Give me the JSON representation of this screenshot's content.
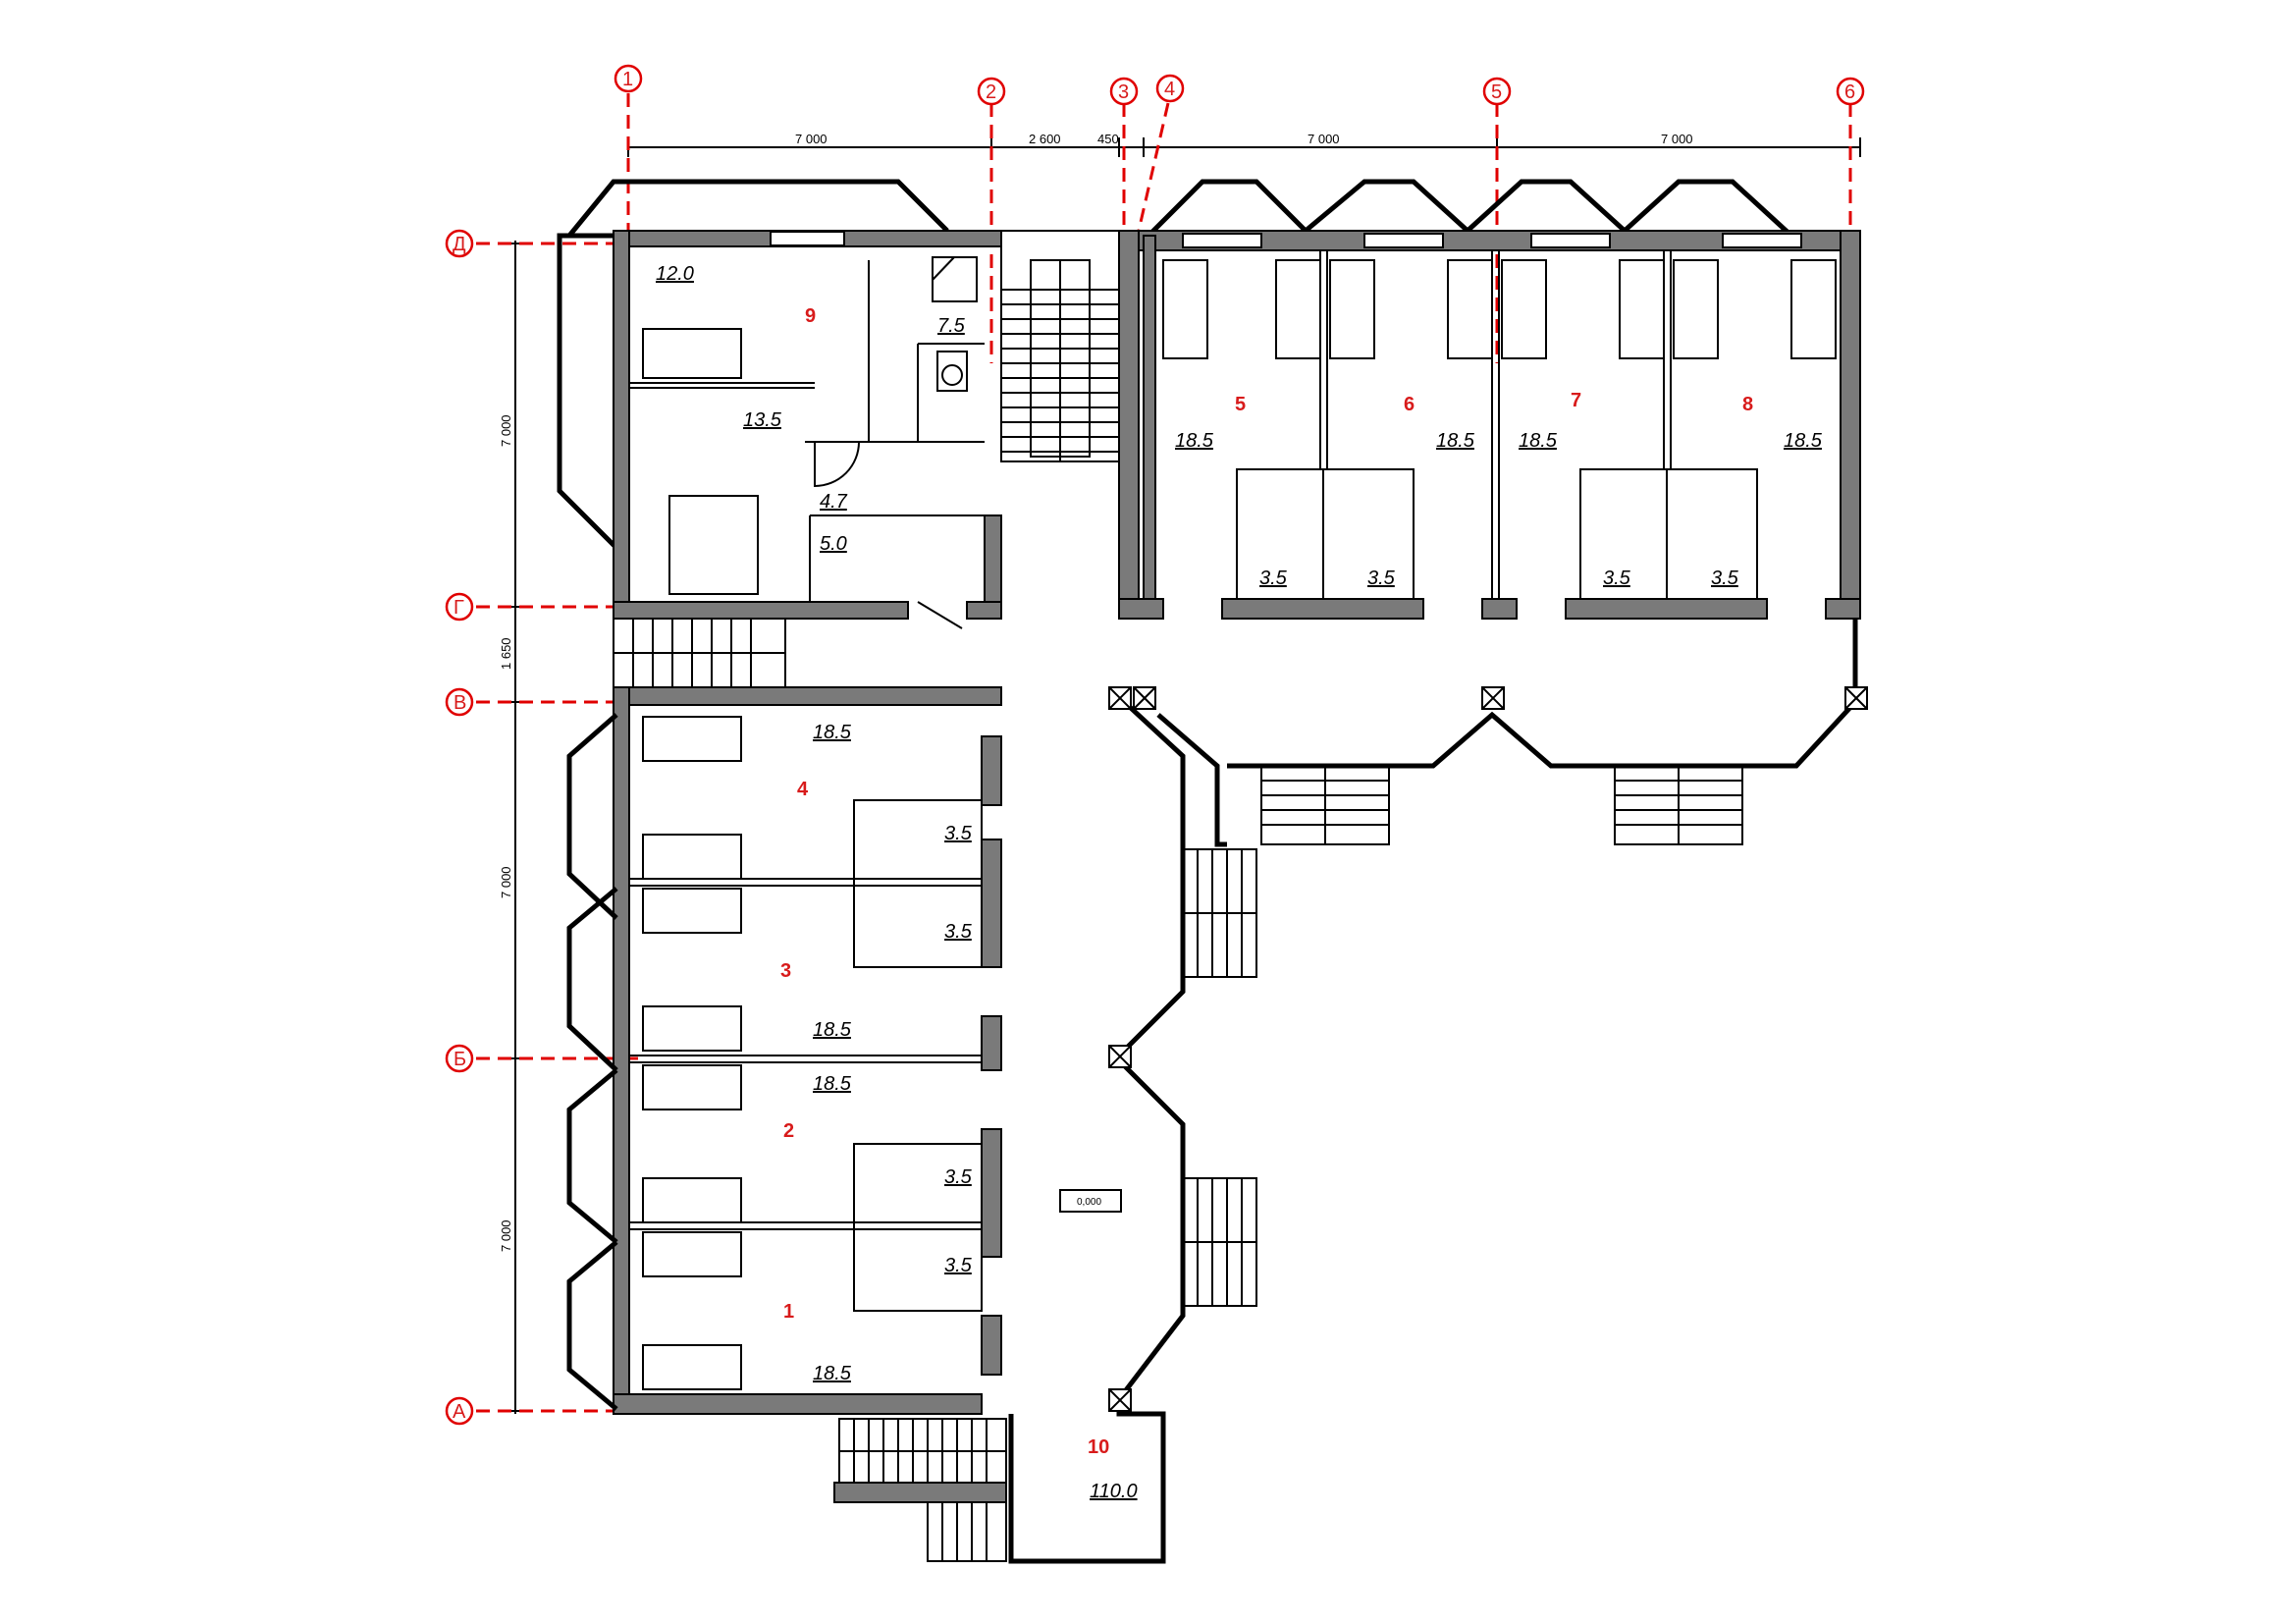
{
  "axes_vertical": [
    "1",
    "2",
    "3",
    "4",
    "5",
    "6"
  ],
  "axes_horizontal": [
    "Д",
    "Г",
    "В",
    "Б",
    "А"
  ],
  "dimensions_top": [
    "7 000",
    "2 600",
    "450",
    "7 000",
    "7 000"
  ],
  "dimensions_left": [
    "7 000",
    "1 650",
    "7 000",
    "7 000"
  ],
  "rooms": [
    {
      "number": "1",
      "area": "18.5"
    },
    {
      "number": "2",
      "area": "18.5"
    },
    {
      "number": "3",
      "area": "18.5"
    },
    {
      "number": "4",
      "area": "18.5"
    },
    {
      "number": "5",
      "area": "18.5"
    },
    {
      "number": "6",
      "area": "18.5"
    },
    {
      "number": "7",
      "area": "18.5"
    },
    {
      "number": "8",
      "area": "18.5"
    },
    {
      "number": "9",
      "area": "12.0"
    },
    {
      "number": "10",
      "area": "110.0"
    }
  ],
  "other_areas": {
    "a13_5": "13.5",
    "a7_5": "7.5",
    "a4_7": "4.7",
    "a5_0": "5.0",
    "bath": "3.5"
  },
  "level_mark": "0,000"
}
